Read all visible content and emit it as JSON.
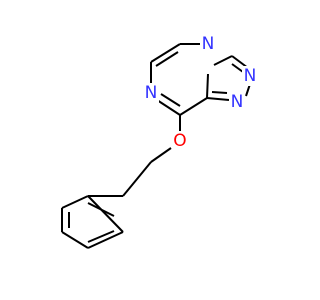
{
  "atoms": {
    "N_bridge": {
      "label": "N",
      "color": "#3333ff"
    },
    "N_triazole_right": {
      "label": "N",
      "color": "#3333ff"
    },
    "N_triazole_bottom": {
      "label": "N",
      "color": "#3333ff"
    },
    "N_pyrazine": {
      "label": "N",
      "color": "#3333ff"
    },
    "O_ether": {
      "label": "O",
      "color": "#ff0000"
    }
  }
}
